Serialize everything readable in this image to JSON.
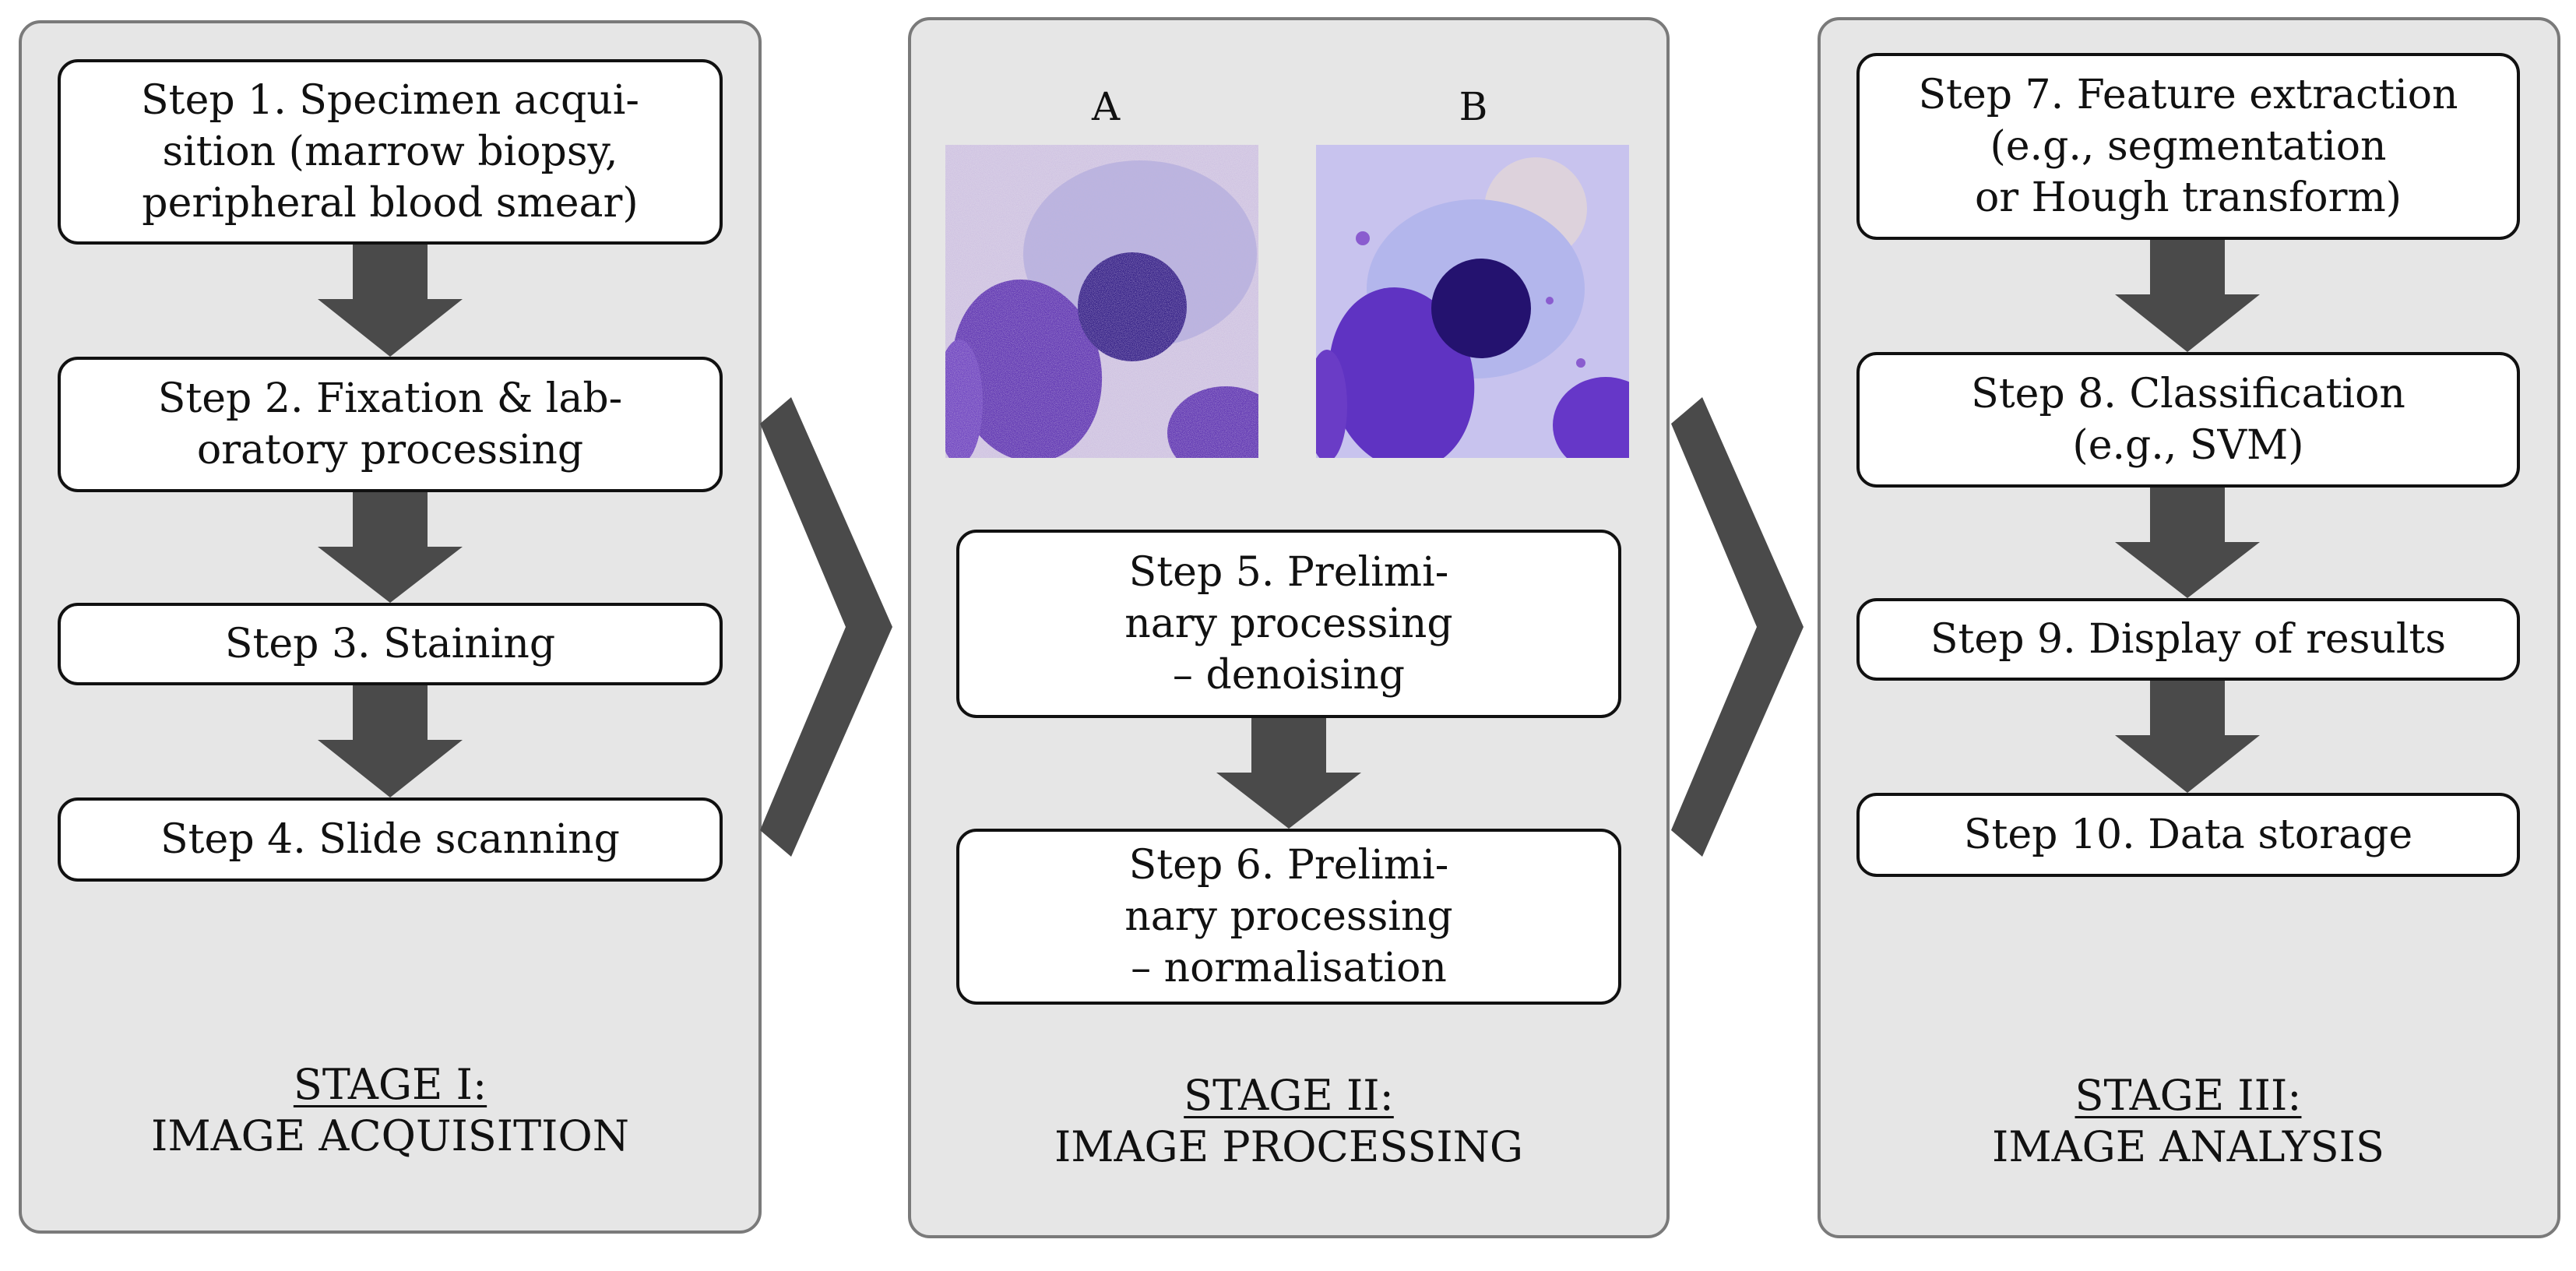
{
  "colors": {
    "panel_bg": "#e6e6e6",
    "panel_border": "#7a7a7a",
    "arrow": "#4a4a4a",
    "box_border": "#111111"
  },
  "stage1": {
    "steps": [
      "Step 1.  Specimen acqui-\nsition (marrow biopsy,\nperipheral blood smear)",
      "Step 2.  Fixation & lab-\noratory processing",
      "Step 3.  Staining",
      "Step 4.  Slide scanning"
    ],
    "title": "STAGE I:",
    "subtitle": "IMAGE ACQUISITION"
  },
  "stage2": {
    "image_a_label": "A",
    "image_b_label": "B",
    "steps": [
      "Step 5.  Prelimi-\nnary processing\n– denoising",
      "Step 6.  Prelimi-\nnary processing\n– normalisation"
    ],
    "title": "STAGE II:",
    "subtitle": "IMAGE PROCESSING"
  },
  "stage3": {
    "steps": [
      "Step 7.  Feature extraction\n(e.g., segmentation\nor Hough transform)",
      "Step 8.  Classification\n(e.g., SVM)",
      "Step 9.  Display of results",
      "Step 10.  Data storage"
    ],
    "title": "STAGE III:",
    "subtitle": "IMAGE ANALYSIS"
  }
}
